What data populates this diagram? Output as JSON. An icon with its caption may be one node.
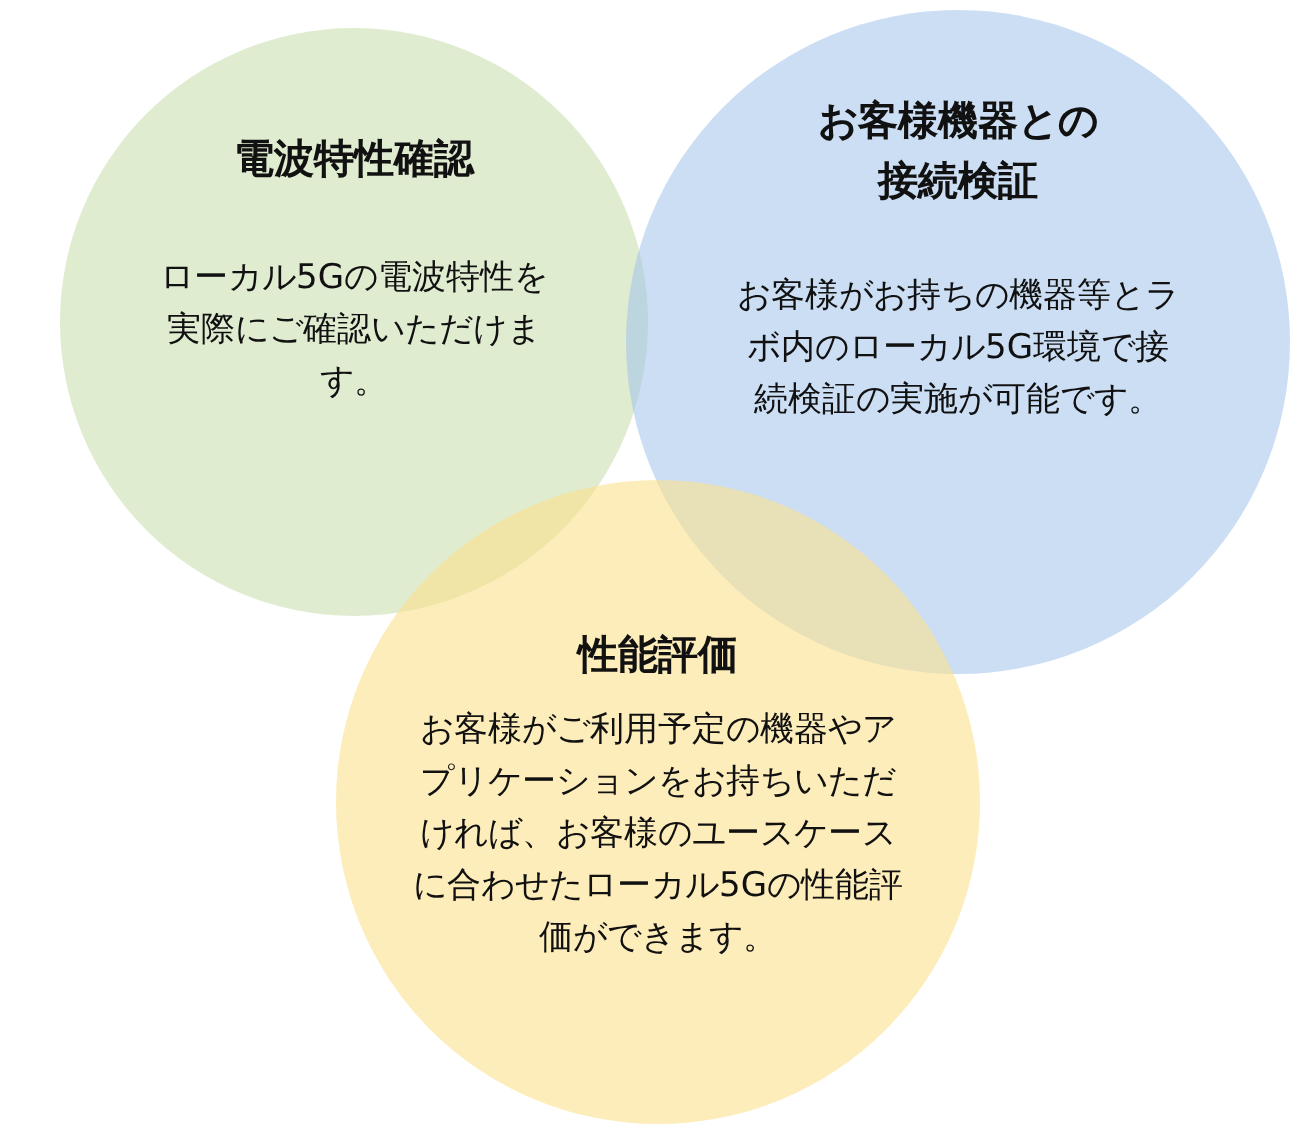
{
  "diagram": {
    "nodes": [
      {
        "text": [
          "電波特性確認",
          "ローカル5Gの電波特性を実際にご確認いただけます。"
        ]
      },
      {
        "text": [
          "お客様機器との接続検証",
          "お客様がお持ちの機器等とラボ内のローカル5G環境で接続検証の実施が可能です。"
        ]
      },
      {
        "text": [
          "性能評価",
          "お客様がご利用予定の機器やアプリケーションをお持ちいただければ、お客様のユースケースに合わせたローカル5Gの性能評価ができます。"
        ]
      }
    ]
  }
}
